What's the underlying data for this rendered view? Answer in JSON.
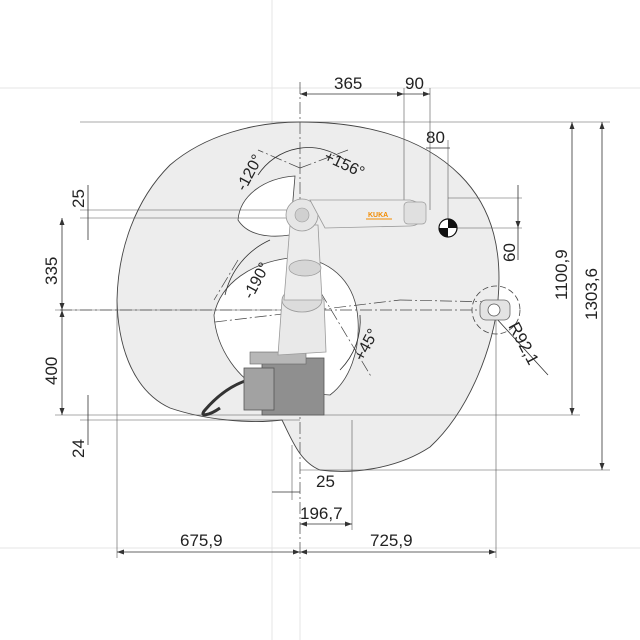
{
  "dimensions": {
    "d365": "365",
    "d90": "90",
    "d80": "80",
    "d25_top": "25",
    "d335": "335",
    "d400": "400",
    "d24": "24",
    "d60": "60",
    "d1100_9": "1100,9",
    "d1303_6": "1303,6",
    "d25_bottom": "25",
    "d196_7": "196,7",
    "d675_9": "675,9",
    "d725_9": "725,9",
    "r92_1": "R92,1"
  },
  "angles": {
    "a_minus120": "-120°",
    "a_plus156": "+156°",
    "a_minus190": "-190°",
    "a_plus45": "+45°"
  },
  "robot": {
    "brand": "KUKA",
    "colors": {
      "body": "#e9e9e9",
      "shadow": "#c4c4c4",
      "base": "#8f8f8f",
      "accent": "#f28b00",
      "envelope": "#ededed"
    }
  }
}
